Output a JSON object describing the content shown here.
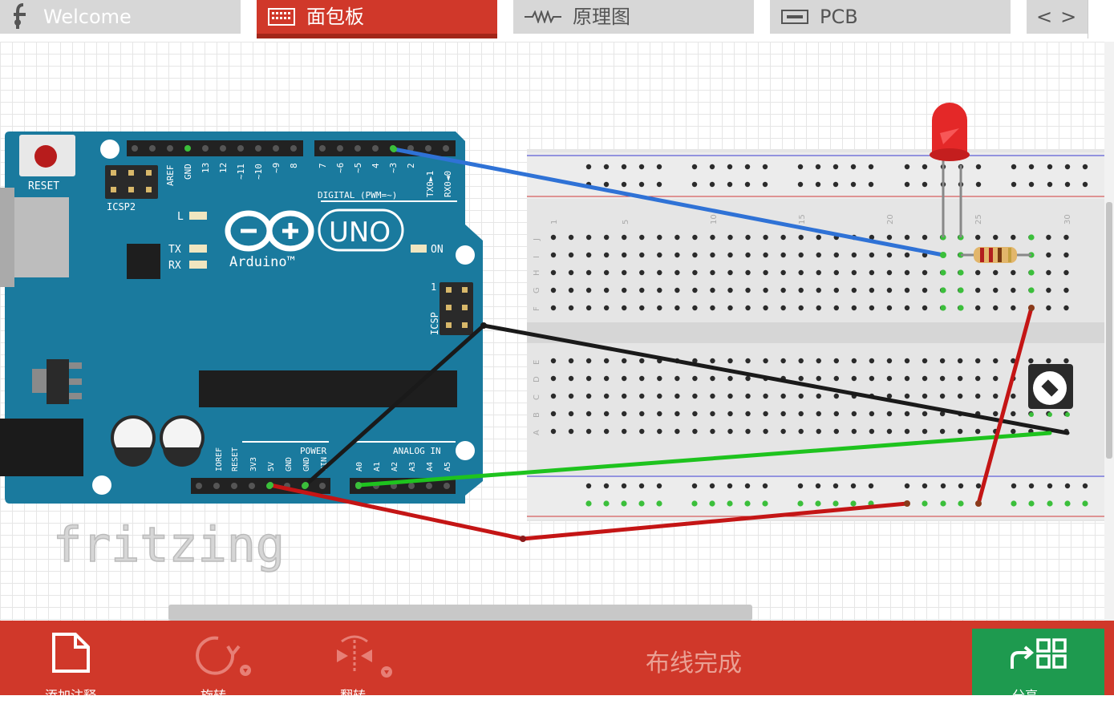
{
  "tabs": [
    {
      "label": "Welcome",
      "icon": "fritzing-f-icon"
    },
    {
      "label": "面包板",
      "icon": "breadboard-icon",
      "active": true
    },
    {
      "label": "原理图",
      "icon": "resistor-icon"
    },
    {
      "label": "PCB",
      "icon": "pcb-icon"
    }
  ],
  "tab_overflow": {
    "left": "<",
    "right": ">"
  },
  "board": {
    "reset": "RESET",
    "icsp2": "ICSP2",
    "icsp": "ICSP",
    "icsp_pin1": "1",
    "aref": "AREF",
    "gnd": "GND",
    "top_pins": [
      "13",
      "12",
      "~11",
      "~10",
      "~9",
      "8"
    ],
    "top_pins2": [
      "7",
      "~6",
      "~5",
      "4",
      "~3",
      "2",
      "TX0►1",
      "RX0◄0"
    ],
    "digital": "DIGITAL (PWM=~)",
    "led_l": "L",
    "tx": "TX",
    "rx": "RX",
    "on": "ON",
    "logo": "UNO",
    "brand": "Arduino™",
    "power": "POWER",
    "power_pins": [
      "IOREF",
      "RESET",
      "3V3",
      "5V",
      "GND",
      "GND",
      "VIN"
    ],
    "analog": "ANALOG IN",
    "analog_pins": [
      "A0",
      "A1",
      "A2",
      "A3",
      "A4",
      "A5"
    ]
  },
  "breadboard": {
    "rows_top": [
      "J",
      "I",
      "H",
      "G",
      "F"
    ],
    "rows_bottom": [
      "E",
      "D",
      "C",
      "B",
      "A"
    ],
    "col_numbers": [
      "1",
      "5",
      "10",
      "15",
      "20",
      "25",
      "30"
    ]
  },
  "watermark": "fritzing",
  "toolbar": {
    "add_note": "添加注释",
    "rotate": "旋转",
    "flip": "翻转",
    "status": "布线完成",
    "share": "分享"
  },
  "colors": {
    "accent": "#d0382a",
    "board": "#1a7a9e",
    "share": "#1e9a4f",
    "wire_blue": "#2f72d6",
    "wire_black": "#1a1a1a",
    "wire_green": "#1ec31e",
    "wire_red": "#c41515"
  }
}
